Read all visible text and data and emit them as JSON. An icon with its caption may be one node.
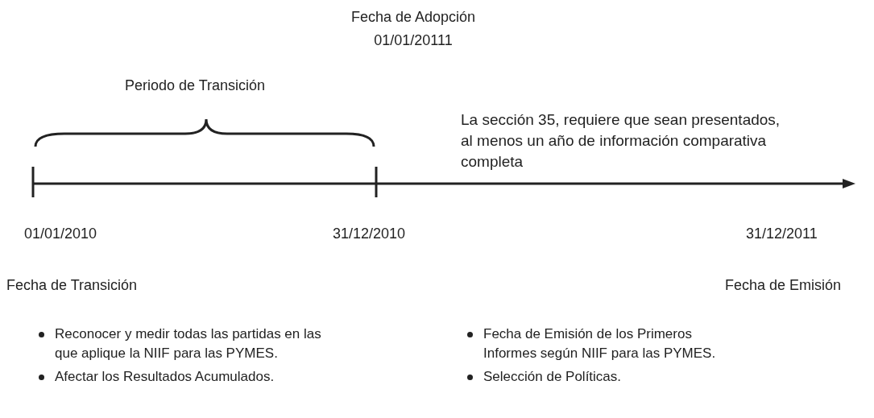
{
  "diagram": {
    "labels": [
      "Fecha de Adopción",
      "01/01/20111",
      "Periodo de Transición",
      "La sección 35, requiere que sean presentados, al menos un año de información comparativa completa",
      "01/01/2010",
      "31/12/2010",
      "31/12/2011",
      "Fecha de Transición",
      "Fecha de Emisión",
      "Reconocer y medir todas las partidas en las que aplique la NIIF para las PYMES.",
      "Afectar los Resultados Acumulados.",
      "Fecha de Emisión de los Primeros Informes según NIIF para las PYMES.",
      "Selección de Políticas."
    ]
  }
}
